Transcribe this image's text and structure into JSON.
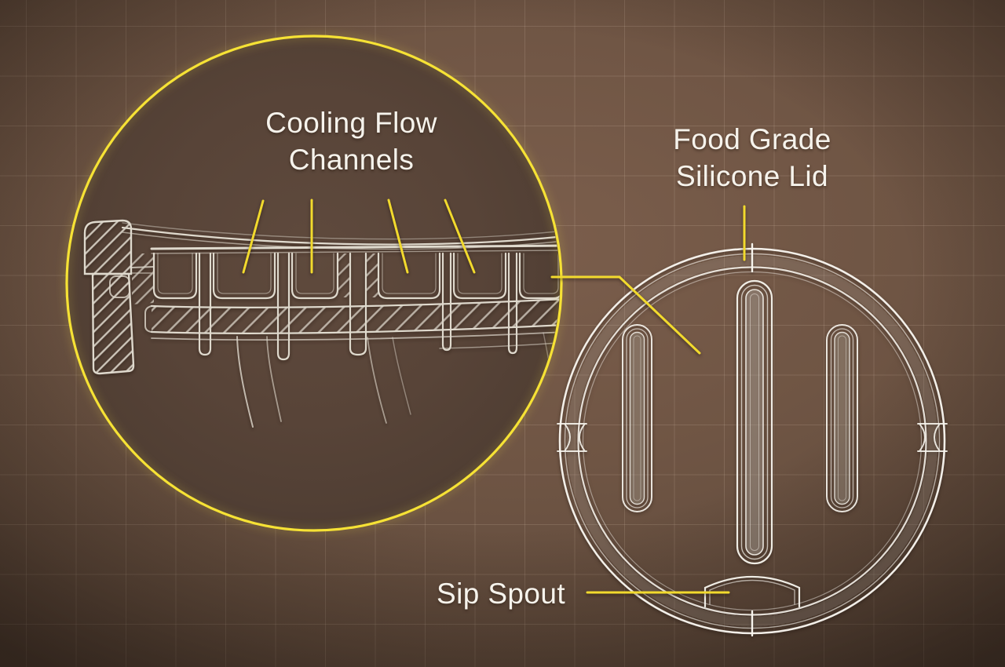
{
  "diagram": {
    "type": "blueprint-product-diagram",
    "subject": "tumbler-lid-cross-section-and-top-view",
    "labels": {
      "cooling_flow": {
        "line1": "Cooling Flow",
        "line2": "Channels"
      },
      "silicone_lid": {
        "line1": "Food Grade",
        "line2": "Silicone Lid"
      },
      "sip_spout": {
        "text": "Sip Spout"
      }
    },
    "colors": {
      "background_brown": "#6f5544",
      "magnifier_fill": "#57453a",
      "accent_yellow": "#f2dc2e",
      "line_white": "#ece7db",
      "text_white": "#f6f3ec",
      "grid_line": "#8b705c"
    }
  }
}
